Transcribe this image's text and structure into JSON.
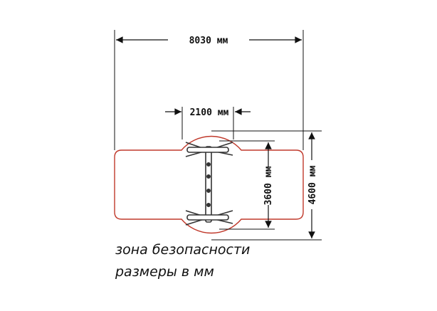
{
  "dimensions": {
    "total_width": "8030 мм",
    "equipment_width": "2100 мм",
    "equipment_length": "3600 мм",
    "total_length": "4600 мм"
  },
  "legend": {
    "line1": "зона безопасности",
    "line2": "размеры в мм"
  },
  "colors": {
    "safety_zone_outline": "#c0392b",
    "lines": "#111111",
    "equipment": "#333333"
  }
}
